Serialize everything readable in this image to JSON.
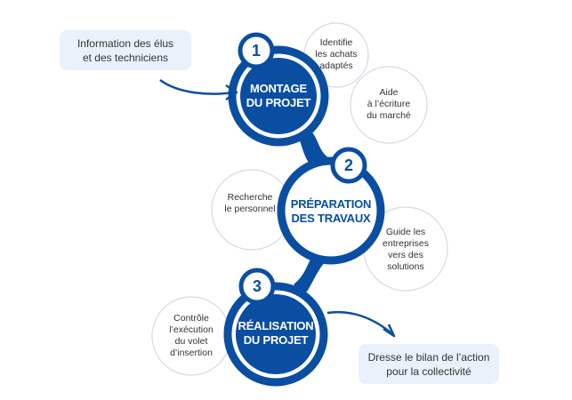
{
  "colors": {
    "primary": "#0a4ea2",
    "box_bg": "#e9f2fb",
    "outline": "#d3dbe8"
  },
  "steps": [
    {
      "number": "1",
      "title_lines": [
        "MONTAGE",
        "DU PROJET"
      ]
    },
    {
      "number": "2",
      "title_lines": [
        "PRÉPARATION",
        "DES TRAVAUX"
      ]
    },
    {
      "number": "3",
      "title_lines": [
        "RÉALISATION",
        "DU PROJET"
      ]
    }
  ],
  "satellites": {
    "identifie": [
      "Identifie",
      "les achats",
      "adaptés"
    ],
    "aide": [
      "Aide",
      "à l’écriture",
      "du marché"
    ],
    "recherche": [
      "Recherche",
      "le personnel"
    ],
    "guide": [
      "Guide les",
      "entreprises",
      "vers des",
      "solutions"
    ],
    "controle": [
      "Contrôle",
      "l’exécution",
      "du volet",
      "d’insertion"
    ]
  },
  "input_box": [
    "Information des élus",
    "et des techniciens"
  ],
  "output_box": [
    "Dresse le bilan de l’action",
    "pour la collectivité"
  ]
}
